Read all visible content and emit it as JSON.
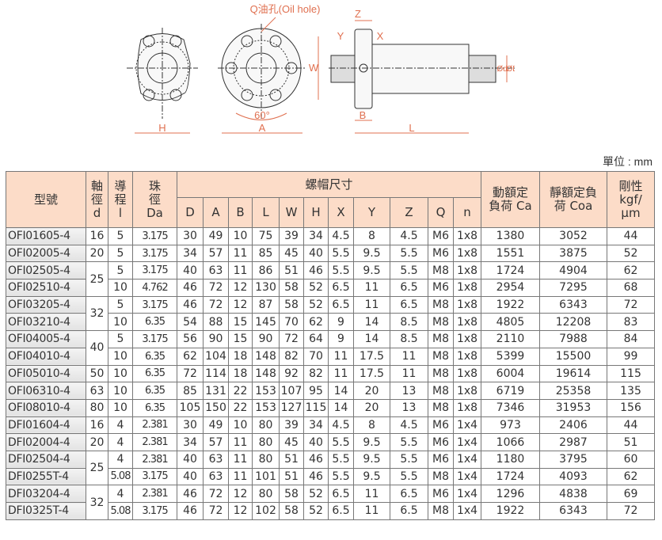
{
  "diagram": {
    "oil_hole_label": "Q油孔(Oil hole)",
    "angle_label": "60°",
    "dims": {
      "H": "H",
      "A": "A",
      "W": "W",
      "Z": "Z",
      "Y": "Y",
      "X": "X",
      "B": "B",
      "L": "L",
      "d": "Ød",
      "D": "ØD"
    }
  },
  "unit": "單位 : mm",
  "headers": {
    "model": "型號",
    "d": [
      "軸",
      "徑",
      "d"
    ],
    "l": [
      "導",
      "程",
      "l"
    ],
    "da": [
      "珠",
      "徑",
      "Da"
    ],
    "nut": "螺帽尺寸",
    "nut_cols": [
      "D",
      "A",
      "B",
      "L",
      "W",
      "H",
      "X",
      "Y",
      "Z",
      "Q",
      "n"
    ],
    "ca": [
      "動額定",
      "負荷 Ca"
    ],
    "coa": [
      "靜額定負",
      "荷 Coa"
    ],
    "rigidity": [
      "剛性",
      "kgf/",
      "μm"
    ]
  },
  "rows": [
    [
      "OFI01605-4",
      "16",
      "5",
      "3.175",
      "30",
      "49",
      "10",
      "75",
      "39",
      "34",
      "4.5",
      "8",
      "4.5",
      "M6",
      "1x8",
      "1380",
      "3052",
      "44"
    ],
    [
      "OFI02005-4",
      "20",
      "5",
      "3.175",
      "34",
      "57",
      "11",
      "85",
      "45",
      "40",
      "5.5",
      "9.5",
      "5.5",
      "M6",
      "1x8",
      "1551",
      "3875",
      "52"
    ],
    [
      "OFI02505-4",
      "25",
      "5",
      "3.175",
      "40",
      "63",
      "11",
      "86",
      "51",
      "46",
      "5.5",
      "9.5",
      "5.5",
      "M8",
      "1x8",
      "1724",
      "4904",
      "62"
    ],
    [
      "OFI02510-4",
      null,
      "10",
      "4.762",
      "46",
      "72",
      "12",
      "130",
      "58",
      "52",
      "6.5",
      "11",
      "6.5",
      "M6",
      "1x8",
      "2954",
      "7295",
      "68"
    ],
    [
      "OFI03205-4",
      "32",
      "5",
      "3.175",
      "46",
      "72",
      "12",
      "87",
      "58",
      "52",
      "6.5",
      "11",
      "6.5",
      "M8",
      "1x8",
      "1922",
      "6343",
      "72"
    ],
    [
      "OFI03210-4",
      null,
      "10",
      "6.35",
      "54",
      "88",
      "15",
      "145",
      "70",
      "62",
      "9",
      "14",
      "8.5",
      "M8",
      "1x8",
      "4805",
      "12208",
      "83"
    ],
    [
      "OFI04005-4",
      "40",
      "5",
      "3.175",
      "56",
      "90",
      "15",
      "90",
      "72",
      "64",
      "9",
      "14",
      "8.5",
      "M8",
      "1x8",
      "2110",
      "7988",
      "84"
    ],
    [
      "OFI04010-4",
      null,
      "10",
      "6.35",
      "62",
      "104",
      "18",
      "148",
      "82",
      "70",
      "11",
      "17.5",
      "11",
      "M8",
      "1x8",
      "5399",
      "15500",
      "99"
    ],
    [
      "OFI05010-4",
      "50",
      "10",
      "6.35",
      "72",
      "114",
      "18",
      "148",
      "92",
      "82",
      "11",
      "17.5",
      "11",
      "M8",
      "1x8",
      "6004",
      "19614",
      "115"
    ],
    [
      "OFI06310-4",
      "63",
      "10",
      "6.35",
      "85",
      "131",
      "22",
      "153",
      "107",
      "95",
      "14",
      "20",
      "13",
      "M8",
      "1x8",
      "6719",
      "25358",
      "135"
    ],
    [
      "OFI08010-4",
      "80",
      "10",
      "6.35",
      "105",
      "150",
      "22",
      "153",
      "127",
      "115",
      "14",
      "20",
      "13",
      "M8",
      "1x8",
      "7346",
      "31953",
      "156"
    ],
    [
      "DFI01604-4",
      "16",
      "4",
      "2.381",
      "30",
      "49",
      "10",
      "80",
      "39",
      "34",
      "4.5",
      "8",
      "4.5",
      "M6",
      "1x4",
      "973",
      "2406",
      "44"
    ],
    [
      "DFI02004-4",
      "20",
      "4",
      "2.381",
      "34",
      "57",
      "11",
      "80",
      "45",
      "40",
      "5.5",
      "9.5",
      "5.5",
      "M6",
      "1x4",
      "1066",
      "2987",
      "51"
    ],
    [
      "DFI02504-4",
      "25",
      "4",
      "2.381",
      "40",
      "63",
      "11",
      "80",
      "51",
      "46",
      "5.5",
      "9.5",
      "5.5",
      "M6",
      "1x4",
      "1180",
      "3795",
      "60"
    ],
    [
      "DFI0255T-4",
      null,
      "5.08",
      "3.175",
      "40",
      "63",
      "11",
      "101",
      "51",
      "46",
      "5.5",
      "9.5",
      "5.5",
      "M8",
      "1x4",
      "1724",
      "4093",
      "62"
    ],
    [
      "DFI03204-4",
      "32",
      "4",
      "2.381",
      "46",
      "72",
      "12",
      "80",
      "58",
      "52",
      "6.5",
      "11",
      "6.5",
      "M6",
      "1x4",
      "1296",
      "4838",
      "69"
    ],
    [
      "DFI0325T-4",
      null,
      "5.08",
      "3.175",
      "46",
      "72",
      "12",
      "102",
      "58",
      "52",
      "6.5",
      "11",
      "6.5",
      "M8",
      "1x4",
      "1922",
      "6343",
      "72"
    ]
  ]
}
